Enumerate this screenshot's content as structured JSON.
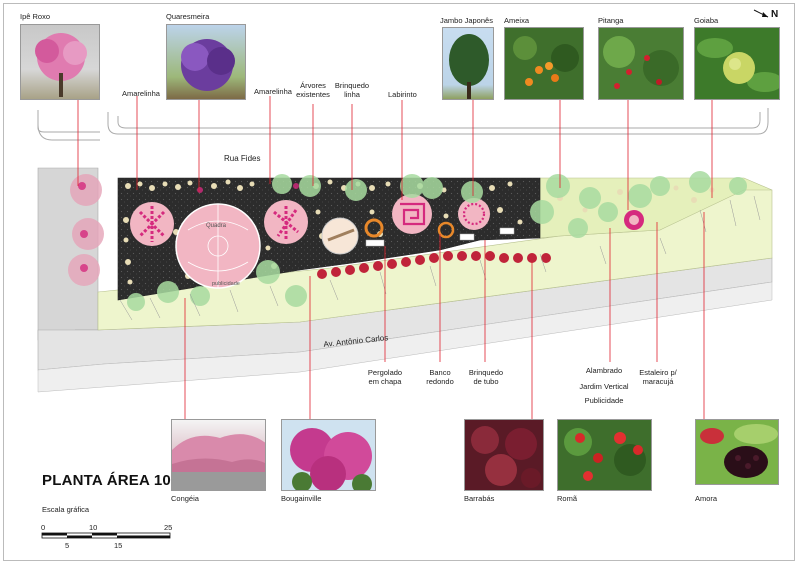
{
  "title": "PLANTA ÁREA 10",
  "scale": {
    "label": "Escala gráfica",
    "ticks_top": [
      "0",
      "10",
      "25"
    ],
    "ticks_bottom": [
      "5",
      "15"
    ]
  },
  "north": "N",
  "streets": {
    "top": "Rua Fides",
    "bottom": "Av. Antônio Carlos"
  },
  "plan_labels": {
    "quadra": "Quadra",
    "publicidade_small": "publicidade"
  },
  "top_plants": [
    {
      "label": "Ipê Roxo"
    },
    {
      "label": "Quaresmeira"
    },
    {
      "label": "Jambo Japonês"
    },
    {
      "label": "Ameixa"
    },
    {
      "label": "Pitanga"
    },
    {
      "label": "Goiaba"
    }
  ],
  "top_callouts": {
    "amarelinha_1": "Amarelinha",
    "amarelinha_2": "Amarelinha",
    "arvores": [
      "Árvores",
      "existentes"
    ],
    "brinquedo_linha": [
      "Brinquedo",
      "linha"
    ],
    "labirinto": "Labirinto"
  },
  "bottom_callouts": {
    "pergolado": [
      "Pergolado",
      "em chapa"
    ],
    "banco": [
      "Banco",
      "redondo"
    ],
    "brinquedo_tubo": [
      "Brinquedo",
      "de tubo"
    ],
    "alambrado": "Alambrado",
    "jardim": "Jardim Vertical",
    "publicidade": "Publicidade",
    "estaleiro": [
      "Estaleiro p/",
      "maracujá"
    ]
  },
  "bottom_plants": [
    {
      "label": "Congéia"
    },
    {
      "label": "Bougainville"
    },
    {
      "label": "Barrabás"
    },
    {
      "label": "Romã"
    },
    {
      "label": "Amora"
    }
  ],
  "colors": {
    "leader": "#e0212e",
    "paving": "#2a2a2a",
    "lawn": "#e9f3c6",
    "pink": "#f1b9c6",
    "magenta": "#d52a7e",
    "tree": "#9ed39a"
  }
}
